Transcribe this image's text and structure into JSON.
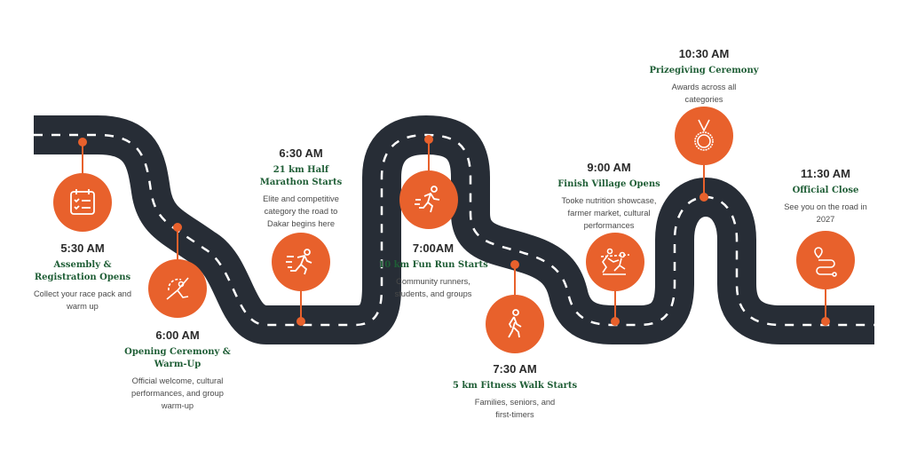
{
  "colors": {
    "road": "#272d36",
    "accent": "#e8612c",
    "title": "#1f5e36"
  },
  "events": [
    {
      "time": "5:30 AM",
      "title": "Assembly & Registration Opens",
      "desc": "Collect your race pack and warm up",
      "icon": "calendar-checklist-icon"
    },
    {
      "time": "6:00 AM",
      "title": "Opening Ceremony & Warm-Up",
      "desc": "Official welcome, cultural performances, and group warm-up",
      "icon": "stretching-icon"
    },
    {
      "time": "6:30 AM",
      "title": "21 km Half Marathon Starts",
      "desc": "Elite and competitive category  the road to Dakar begins here",
      "icon": "sprinter-icon"
    },
    {
      "time": "7:00AM",
      "title": "10 km Fun Run Starts",
      "desc": "Community runners, students, and groups",
      "icon": "runner-icon"
    },
    {
      "time": "7:30 AM",
      "title": "5 km Fitness Walk Starts",
      "desc": "Families, seniors, and first-timers",
      "icon": "walker-icon"
    },
    {
      "time": "9:00 AM",
      "title": "Finish Village Opens",
      "desc": "Tooke nutrition showcase, farmer market, cultural performances",
      "icon": "finish-line-icon"
    },
    {
      "time": "10:30 AM",
      "title": "Prizegiving Ceremony",
      "desc": "Awards across all categories",
      "icon": "medal-icon"
    },
    {
      "time": "11:30 AM",
      "title": "Official Close",
      "desc": "See you on the road in 2027",
      "icon": "route-pin-icon"
    }
  ]
}
